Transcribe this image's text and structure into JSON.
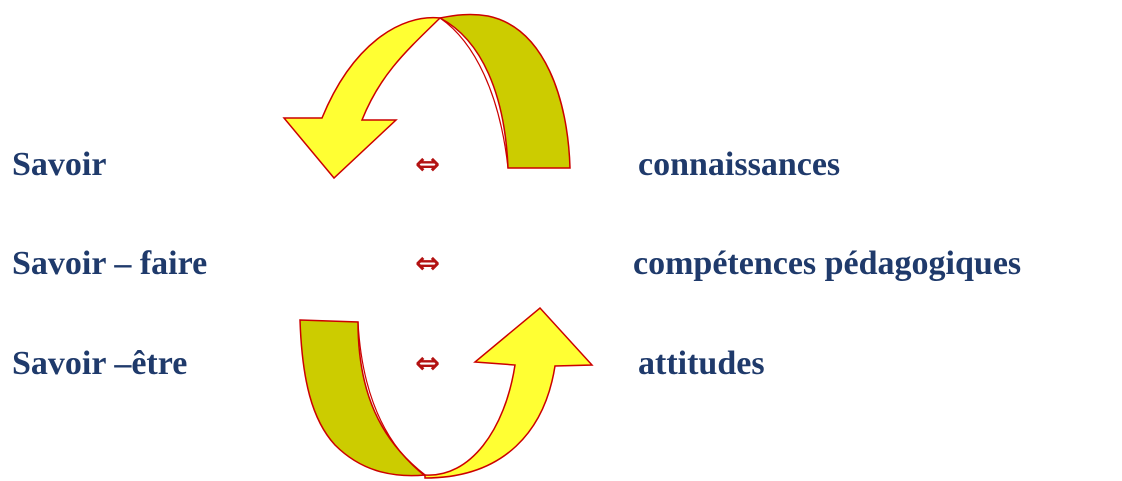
{
  "colors": {
    "text": "#1f3a6b",
    "equivalence": "#b31212",
    "arrow_front": "#ffff33",
    "arrow_back": "#cccc00",
    "arrow_outline": "#cc0000"
  },
  "rows": [
    {
      "term": "Savoir",
      "symbol": "⇔",
      "meaning": "connaissances"
    },
    {
      "term": "Savoir – faire",
      "symbol": "⇔",
      "meaning": "compétences pédagogiques"
    },
    {
      "term": "Savoir –être",
      "symbol": "⇔",
      "meaning": "attitudes"
    }
  ],
  "icons": {
    "top_arrow": "curved-arrow-counterclockwise-icon",
    "bottom_arrow": "curved-arrow-clockwise-icon"
  }
}
